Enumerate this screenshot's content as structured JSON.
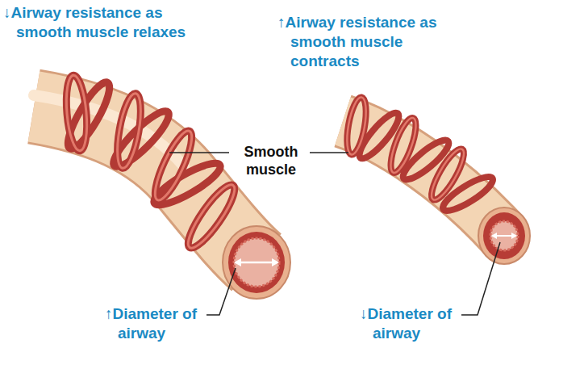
{
  "diagram": {
    "labels": [
      "↓Airway resistance as smooth muscle relaxes",
      "↑Airway resistance as smooth muscle contracts",
      "Smooth muscle",
      "↑Diameter of airway",
      "↓Diameter of airway"
    ]
  }
}
